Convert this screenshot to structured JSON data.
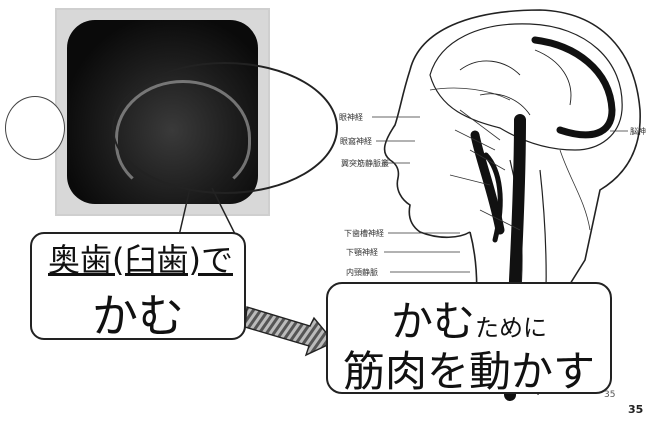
{
  "callout_left": {
    "line1": "奥歯(臼歯)で",
    "line2": "かむ"
  },
  "callout_right": {
    "line1_big": "かむ",
    "line1_small": "ために",
    "line2": "筋肉を動かす"
  },
  "anatomy_labels": [
    "眼神経",
    "眼窩神経",
    "翼突筋静脈叢",
    "下歯槽神経",
    "下顎神経",
    "内頸静脈",
    "脳神"
  ],
  "page_numbers": {
    "small": "35",
    "main": "35"
  },
  "colors": {
    "outline": "#222222",
    "photo_dark": "#111111"
  }
}
